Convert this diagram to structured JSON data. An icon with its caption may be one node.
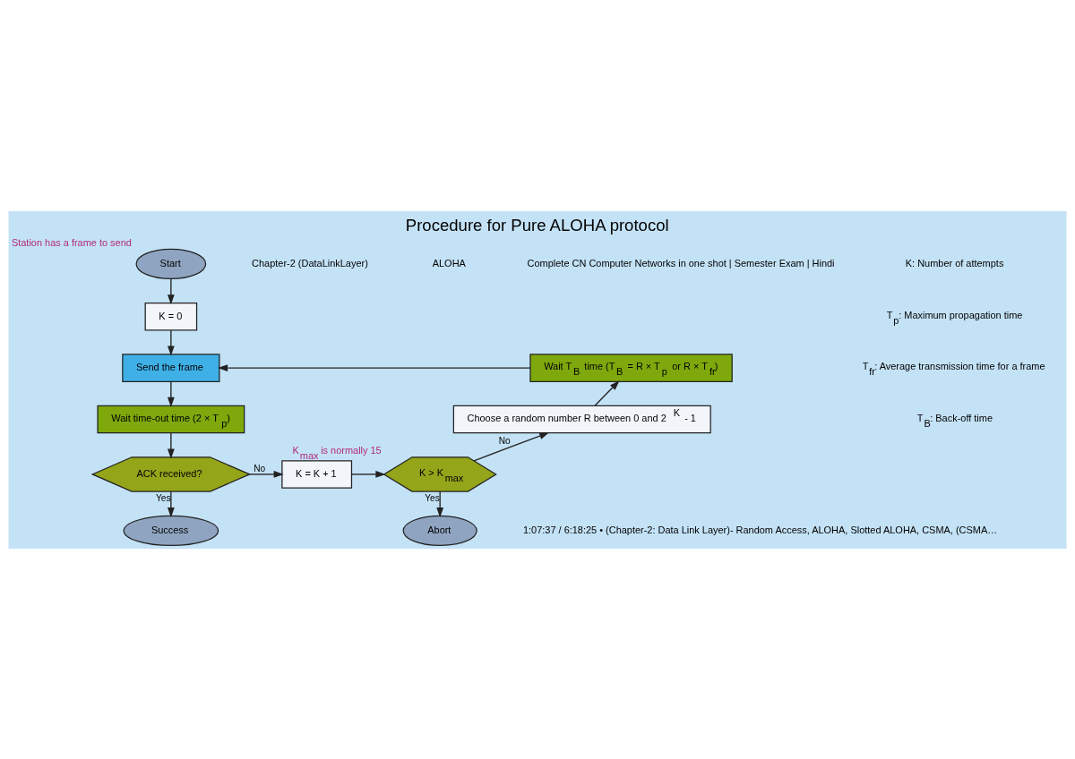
{
  "diagram": {
    "title": "Procedure for Pure ALOHA protocol",
    "nodes": [
      {
        "text": [
          "Start"
        ],
        "beside": [
          "Station has a frame to send"
        ]
      },
      {
        "text": [
          "K = 0"
        ]
      },
      {
        "text": [
          "Send the frame"
        ]
      },
      {
        "text": [
          "Wait time-out time (2 × T$_{p}$)"
        ]
      },
      {
        "text": [
          "ACK received?"
        ]
      },
      {
        "text": [
          "K = K + 1"
        ]
      },
      {
        "text": [
          "K > K$_{max}$"
        ],
        "beside": [
          "K$_{max}$ is normally 15"
        ]
      },
      {
        "text": [
          "Choose a random number R between 0 and 2$^{K}$ - 1"
        ]
      },
      {
        "text": [
          "Wait T$_{B}$ time (T$_{B}$ = R × T$_{p}$ or R × T$_{fr}$)"
        ]
      },
      {
        "text": [
          "Abort"
        ]
      },
      {
        "text": [
          "Success"
        ]
      }
    ],
    "edges": [
      {
        "from": 0,
        "to": 1,
        "arrow": "to"
      },
      {
        "from": 1,
        "to": 2,
        "arrow": "to"
      },
      {
        "from": 2,
        "to": 3,
        "arrow": "to"
      },
      {
        "from": 3,
        "to": 4,
        "arrow": "to"
      },
      {
        "from": 4,
        "to": 5,
        "arrow": "to",
        "label": "No"
      },
      {
        "from": 5,
        "to": 6,
        "arrow": "to"
      },
      {
        "from": 6,
        "to": 7,
        "arrow": "to",
        "label": "No"
      },
      {
        "from": 7,
        "to": 8,
        "arrow": "to"
      },
      {
        "from": 8,
        "to": 2,
        "arrow": "to"
      },
      {
        "from": 6,
        "to": 9,
        "arrow": "to",
        "label": "Yes"
      },
      {
        "from": 4,
        "to": 10,
        "arrow": "to",
        "label": "Yes"
      }
    ],
    "labels": [
      "Chapter-2 (DataLinkLayer)",
      "ALOHA",
      "Complete CN Computer Networks in one shot | Semester Exam | Hindi",
      "K: Number of attempts",
      "T$_{p}$: Maximum propagation time",
      "T$_{fr}$: Average transmission time for a frame",
      "T$_{B}$: Back-off time",
      "1:07:37 / 6:18:25 • (Chapter-2: Data Link Layer)- Random Access, ALOHA, Slotted ALOHA, CSMA, (CSMA…"
    ]
  }
}
